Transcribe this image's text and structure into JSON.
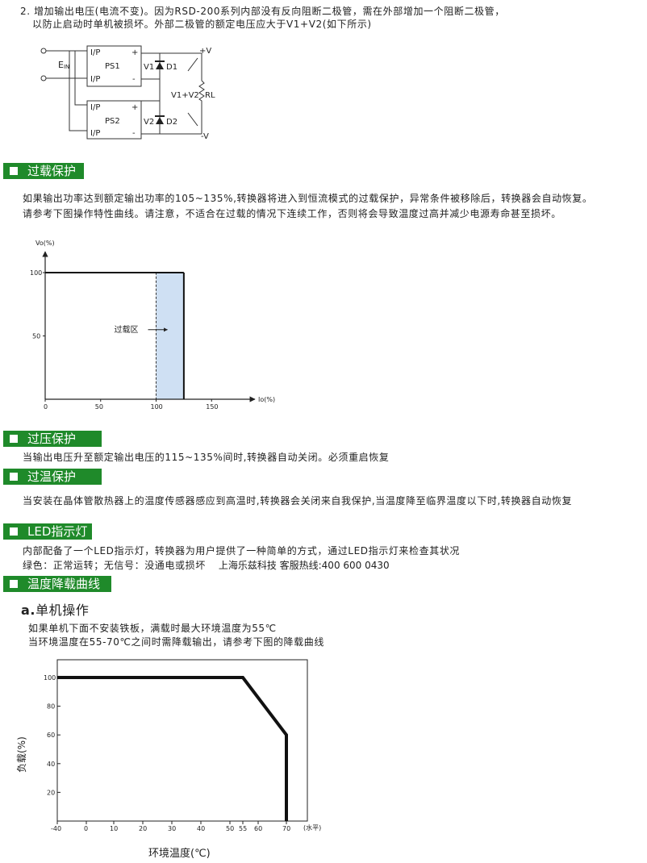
{
  "intro": {
    "line1": "2. 增加输出电压(电流不变)。因为RSD-200系列内部没有反向阻断二极管，需在外部增加一个阻断二极管，",
    "line2": "以防止启动时单机被损坏。外部二极管的额定电压应大于V1+V2(如下所示)"
  },
  "circuit": {
    "ein": "E",
    "ein_sub": "IN",
    "ip": "I/P",
    "ps1": "PS1",
    "ps2": "PS2",
    "plus": "+",
    "minus": "-",
    "v1": "V1",
    "v2": "V2",
    "d1": "D1",
    "d2": "D2",
    "vplus": "+V",
    "vminus": "-V",
    "vsum": "V1+V2",
    "rl": "RL"
  },
  "sections": {
    "overload": "过载保护",
    "overvoltage": "过压保护",
    "overtemp": "过温保护",
    "led": "LED指示灯",
    "derating": "温度降载曲线"
  },
  "overload_text": {
    "line1": "如果输出功率达到额定输出功率的105~135%,转换器将进入到恒流模式的过载保护，异常条件被移除后，转换器会自动恢复。",
    "line2": "请参考下图操作特性曲线。请注意，不适合在过载的情况下连续工作，否则将会导致温度过高并减少电源寿命甚至损坏。"
  },
  "overvoltage_text": "当输出电压升至额定输出电压的115~135%间时,转换器自动关闭。必须重启恢复",
  "overtemp_text": "当安装在晶体管散热器上的温度传感器感应到高温时,转换器会关闭来自我保护,当温度降至临界温度以下时,转换器自动恢复",
  "led_text": {
    "line1": "内部配备了一个LED指示灯，转换器为用户提供了一种简单的方式，通过LED指示灯来检查其状况",
    "line2": "绿色：正常运转；无信号：没通电或损坏",
    "hotline": "上海乐兹科技 客服热线:400 600 0430"
  },
  "derating_sub": {
    "title_a": "a.",
    "title_rest": "单机操作",
    "line1": "如果单机下面不安装铁板，满载时最大环境温度为55℃",
    "line2": "当环境温度在55-70℃之间时需降载输出，请参考下图的降载曲线"
  },
  "chart_data": [
    {
      "type": "area",
      "ylabel": "Vo(%)",
      "xlabel": "Io(%)",
      "x_ticks": [
        0,
        50,
        100,
        150
      ],
      "y_ticks": [
        50,
        100
      ],
      "xlim": [
        0,
        195
      ],
      "ylim": [
        0,
        115
      ],
      "series": [
        {
          "x": [
            0,
            125
          ],
          "y": [
            100,
            100
          ]
        },
        {
          "x": [
            125,
            125
          ],
          "y": [
            100,
            0
          ]
        }
      ],
      "overload_zone": {
        "x_from": 100,
        "x_to": 125,
        "label": "过载区"
      },
      "colors": {
        "zone": "#cfe0f3",
        "line": "#111111"
      }
    },
    {
      "type": "line",
      "ylabel": "负载(%)",
      "xlabel": "环境温度(℃)",
      "x_unit": "(水平)",
      "x_ticks": [
        -40,
        0,
        10,
        20,
        30,
        40,
        50,
        55,
        60,
        70
      ],
      "y_ticks": [
        20,
        40,
        60,
        80,
        100
      ],
      "series": [
        {
          "x": [
            -40,
            55,
            70,
            70
          ],
          "y": [
            100,
            100,
            60,
            0
          ]
        }
      ],
      "ylim": [
        0,
        115
      ],
      "grid": false
    }
  ]
}
